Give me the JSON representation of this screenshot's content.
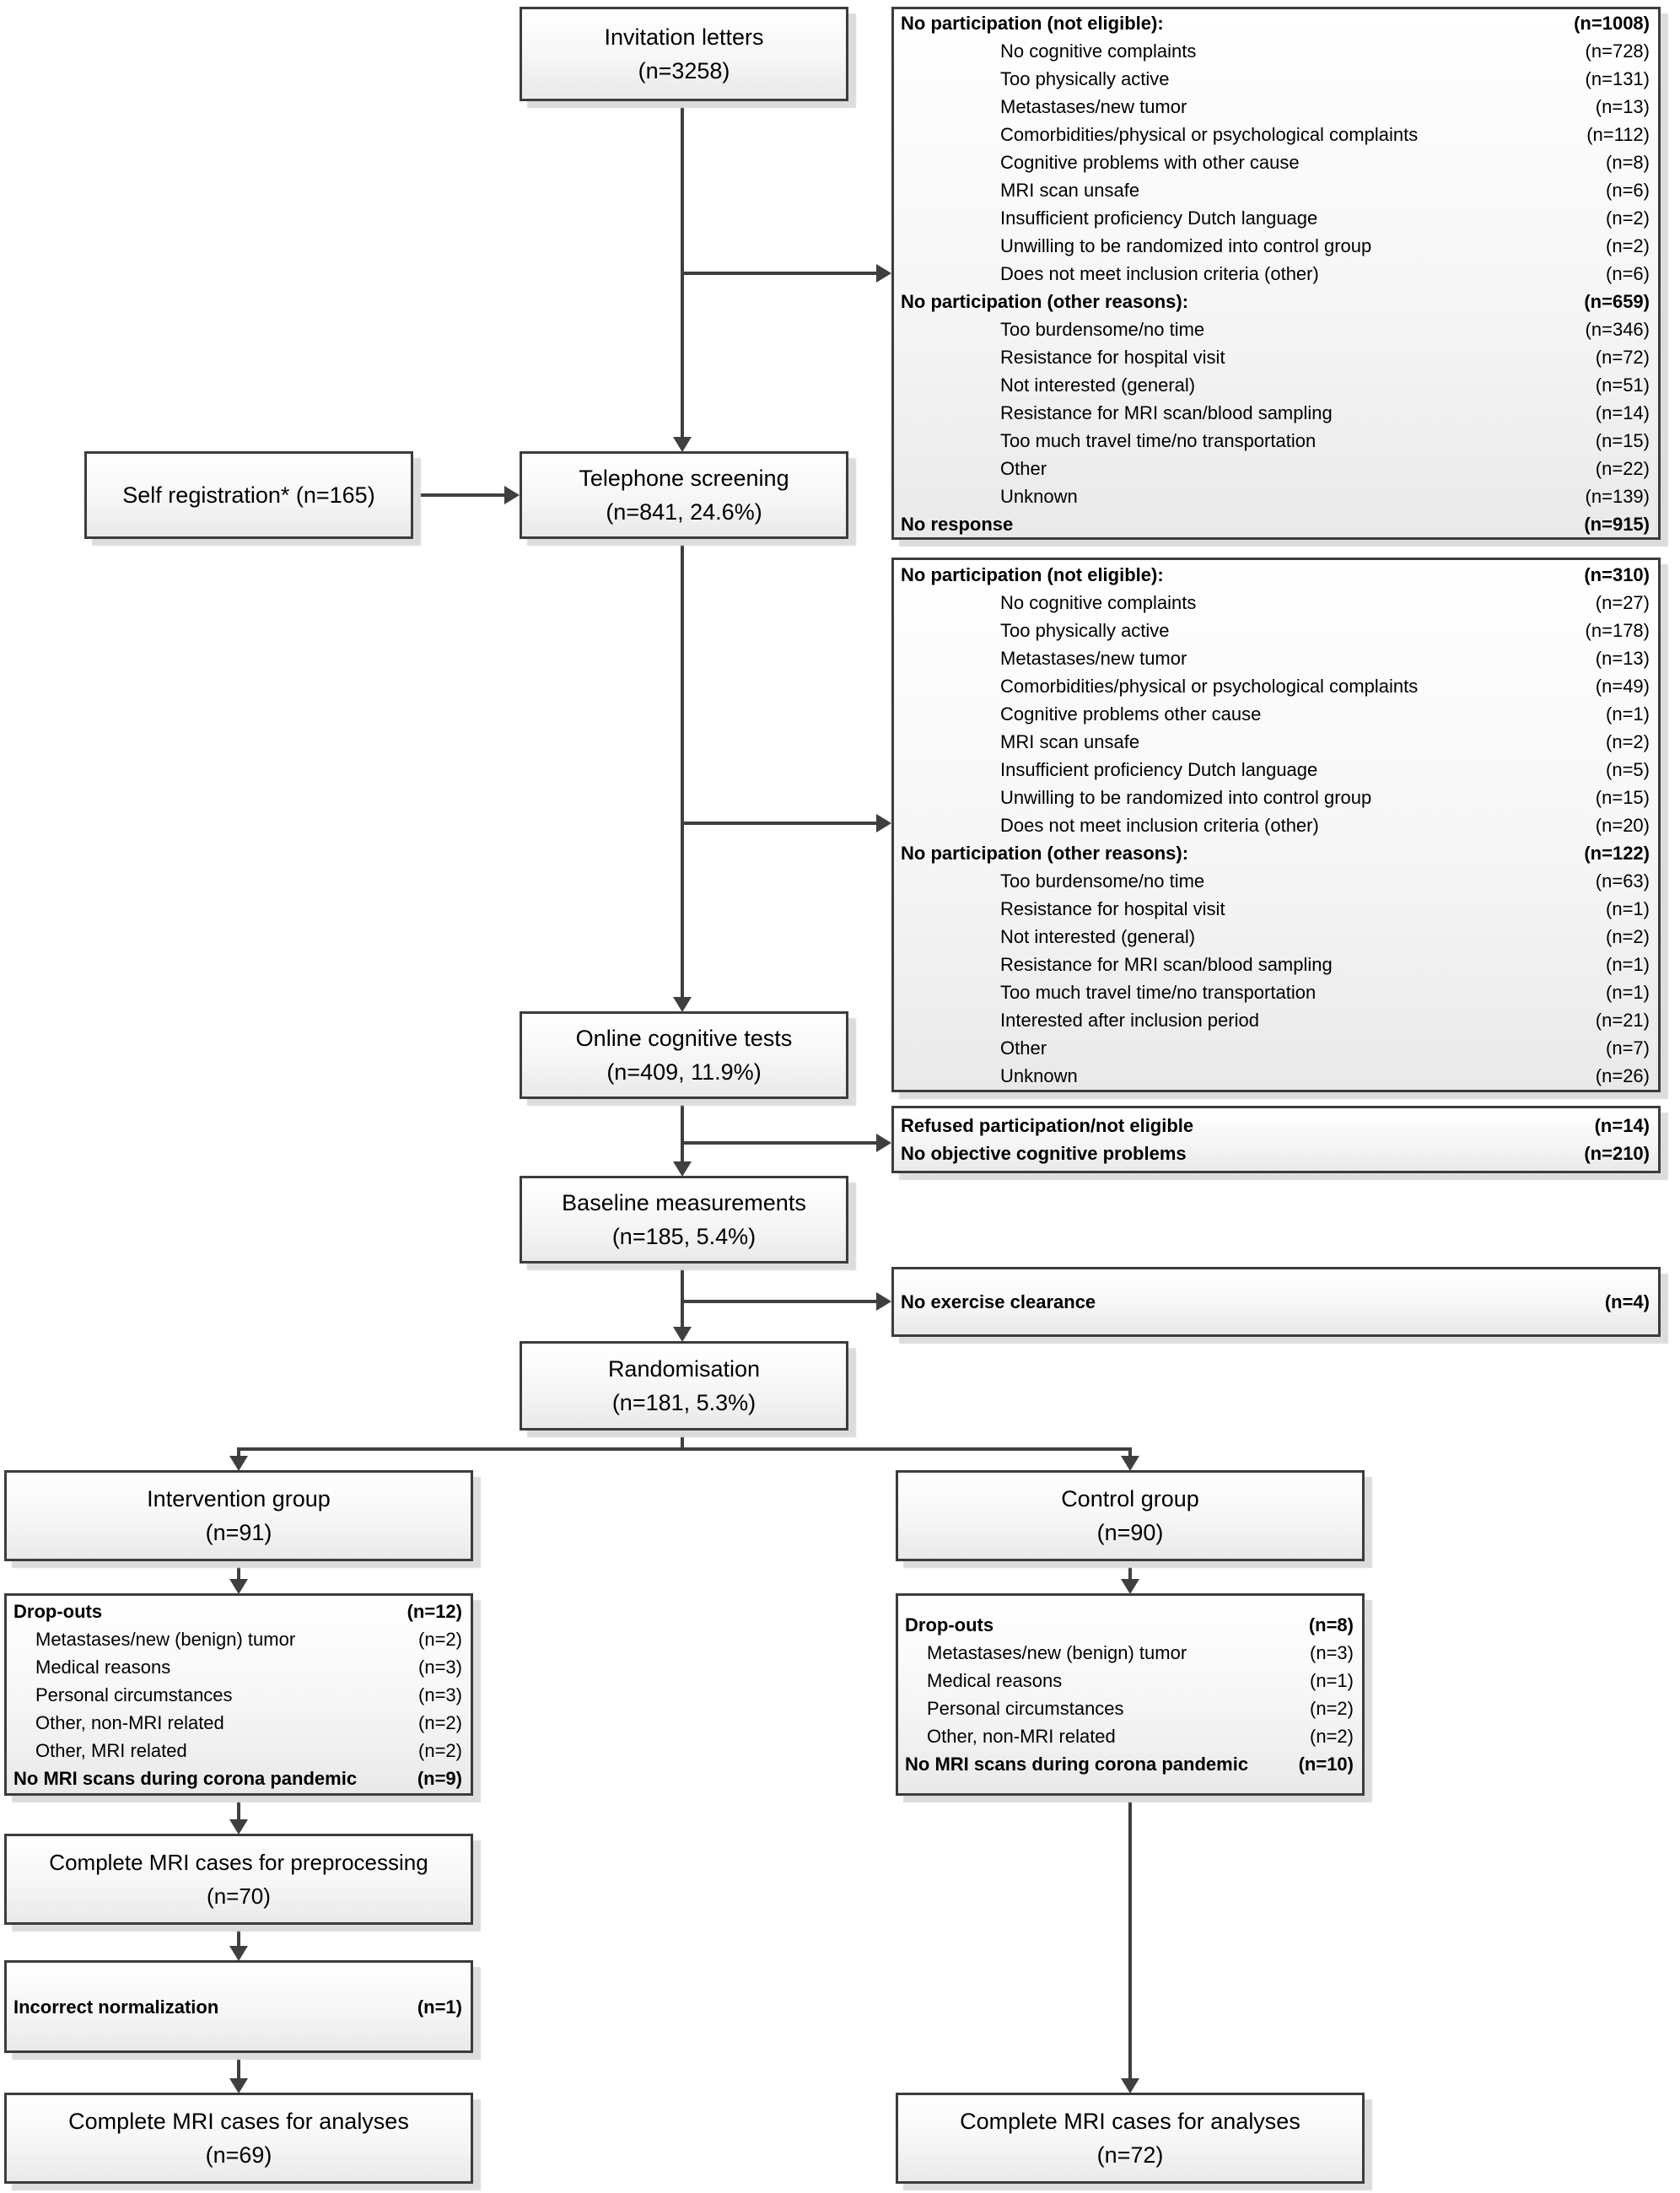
{
  "colors": {
    "line": "#3f3f3f",
    "box_border": "#3c3c3c",
    "box_fill_top": "#ffffff",
    "box_fill_bottom": "#e9e9e9"
  },
  "flow": {
    "invitation": {
      "title": "Invitation letters",
      "count": "(n=3258)"
    },
    "self_registration": {
      "title": "Self registration* (n=165)"
    },
    "telephone": {
      "title": "Telephone screening",
      "count": "(n=841, 24.6%)"
    },
    "online": {
      "title": "Online cognitive tests",
      "count": "(n=409, 11.9%)"
    },
    "baseline": {
      "title": "Baseline measurements",
      "count": "(n=185, 5.4%)"
    },
    "randomisation": {
      "title": "Randomisation",
      "count": "(n=181, 5.3%)"
    },
    "intervention": {
      "title": "Intervention group",
      "count": "(n=91)"
    },
    "control": {
      "title": "Control group",
      "count": "(n=90)"
    },
    "preprocessing": {
      "title": "Complete MRI cases for preprocessing",
      "count": "(n=70)"
    },
    "analyses_intervention": {
      "title": "Complete MRI cases for analyses",
      "count": "(n=69)"
    },
    "analyses_control": {
      "title": "Complete MRI cases for analyses",
      "count": "(n=72)"
    }
  },
  "exclusions_after_invitation": {
    "rows": [
      {
        "label": "No participation (not eligible):",
        "count": "(n=1008)",
        "bold": true,
        "indent": 0
      },
      {
        "label": "No cognitive complaints",
        "count": "(n=728)",
        "bold": false,
        "indent": 1
      },
      {
        "label": "Too physically active",
        "count": "(n=131)",
        "bold": false,
        "indent": 1
      },
      {
        "label": "Metastases/new tumor",
        "count": "(n=13)",
        "bold": false,
        "indent": 1
      },
      {
        "label": "Comorbidities/physical or psychological complaints",
        "count": "(n=112)",
        "bold": false,
        "indent": 1
      },
      {
        "label": "Cognitive problems with other cause",
        "count": "(n=8)",
        "bold": false,
        "indent": 1
      },
      {
        "label": "MRI scan unsafe",
        "count": "(n=6)",
        "bold": false,
        "indent": 1
      },
      {
        "label": "Insufficient proficiency Dutch language",
        "count": "(n=2)",
        "bold": false,
        "indent": 1
      },
      {
        "label": "Unwilling to be randomized into control group",
        "count": "(n=2)",
        "bold": false,
        "indent": 1
      },
      {
        "label": "Does not meet inclusion criteria (other)",
        "count": "(n=6)",
        "bold": false,
        "indent": 1
      },
      {
        "label": "No participation (other reasons):",
        "count": "(n=659)",
        "bold": true,
        "indent": 0
      },
      {
        "label": "Too burdensome/no time",
        "count": "(n=346)",
        "bold": false,
        "indent": 1
      },
      {
        "label": "Resistance for hospital visit",
        "count": "(n=72)",
        "bold": false,
        "indent": 1
      },
      {
        "label": "Not interested (general)",
        "count": "(n=51)",
        "bold": false,
        "indent": 1
      },
      {
        "label": "Resistance for MRI scan/blood sampling",
        "count": "(n=14)",
        "bold": false,
        "indent": 1
      },
      {
        "label": "Too much travel time/no transportation",
        "count": "(n=15)",
        "bold": false,
        "indent": 1
      },
      {
        "label": "Other",
        "count": "(n=22)",
        "bold": false,
        "indent": 1
      },
      {
        "label": "Unknown",
        "count": "(n=139)",
        "bold": false,
        "indent": 1
      },
      {
        "label": "No response",
        "count": "(n=915)",
        "bold": true,
        "indent": 0
      }
    ]
  },
  "exclusions_after_telephone": {
    "rows": [
      {
        "label": "No participation (not eligible):",
        "count": "(n=310)",
        "bold": true,
        "indent": 0
      },
      {
        "label": "No cognitive complaints",
        "count": "(n=27)",
        "bold": false,
        "indent": 1
      },
      {
        "label": "Too physically active",
        "count": "(n=178)",
        "bold": false,
        "indent": 1
      },
      {
        "label": "Metastases/new tumor",
        "count": "(n=13)",
        "bold": false,
        "indent": 1
      },
      {
        "label": "Comorbidities/physical or psychological complaints",
        "count": "(n=49)",
        "bold": false,
        "indent": 1
      },
      {
        "label": "Cognitive problems other cause",
        "count": "(n=1)",
        "bold": false,
        "indent": 1
      },
      {
        "label": "MRI scan unsafe",
        "count": "(n=2)",
        "bold": false,
        "indent": 1
      },
      {
        "label": "Insufficient proficiency Dutch language",
        "count": "(n=5)",
        "bold": false,
        "indent": 1
      },
      {
        "label": "Unwilling to be randomized into control group",
        "count": "(n=15)",
        "bold": false,
        "indent": 1
      },
      {
        "label": "Does not meet inclusion criteria (other)",
        "count": "(n=20)",
        "bold": false,
        "indent": 1
      },
      {
        "label": "No participation (other reasons):",
        "count": "(n=122)",
        "bold": true,
        "indent": 0
      },
      {
        "label": "Too burdensome/no time",
        "count": "(n=63)",
        "bold": false,
        "indent": 1
      },
      {
        "label": "Resistance for hospital visit",
        "count": "(n=1)",
        "bold": false,
        "indent": 1
      },
      {
        "label": "Not interested (general)",
        "count": "(n=2)",
        "bold": false,
        "indent": 1
      },
      {
        "label": "Resistance for MRI scan/blood sampling",
        "count": "(n=1)",
        "bold": false,
        "indent": 1
      },
      {
        "label": "Too much travel time/no transportation",
        "count": "(n=1)",
        "bold": false,
        "indent": 1
      },
      {
        "label": "Interested after inclusion period",
        "count": "(n=21)",
        "bold": false,
        "indent": 1
      },
      {
        "label": "Other",
        "count": "(n=7)",
        "bold": false,
        "indent": 1
      },
      {
        "label": "Unknown",
        "count": "(n=26)",
        "bold": false,
        "indent": 1
      }
    ]
  },
  "exclusions_after_online": {
    "rows": [
      {
        "label": "Refused participation/not eligible",
        "count": "(n=14)",
        "bold": true,
        "indent": 0
      },
      {
        "label": "No objective cognitive problems",
        "count": "(n=210)",
        "bold": true,
        "indent": 0
      }
    ]
  },
  "exclusions_after_baseline": {
    "rows": [
      {
        "label": "No exercise clearance",
        "count": "(n=4)",
        "bold": true,
        "indent": 0
      }
    ]
  },
  "dropouts_intervention": {
    "rows": [
      {
        "label": "Drop-outs",
        "count": "(n=12)",
        "bold": true,
        "indent": 0
      },
      {
        "label": "Metastases/new (benign) tumor",
        "count": "(n=2)",
        "bold": false,
        "indent": 1
      },
      {
        "label": "Medical reasons",
        "count": "(n=3)",
        "bold": false,
        "indent": 1
      },
      {
        "label": "Personal circumstances",
        "count": "(n=3)",
        "bold": false,
        "indent": 1
      },
      {
        "label": "Other, non-MRI related",
        "count": "(n=2)",
        "bold": false,
        "indent": 1
      },
      {
        "label": "Other, MRI related",
        "count": "(n=2)",
        "bold": false,
        "indent": 1
      },
      {
        "label": "No MRI scans during corona pandemic",
        "count": "(n=9)",
        "bold": true,
        "indent": 0
      }
    ]
  },
  "dropouts_control": {
    "rows": [
      {
        "label": "Drop-outs",
        "count": "(n=8)",
        "bold": true,
        "indent": 0
      },
      {
        "label": "Metastases/new (benign) tumor",
        "count": "(n=3)",
        "bold": false,
        "indent": 1
      },
      {
        "label": "Medical reasons",
        "count": "(n=1)",
        "bold": false,
        "indent": 1
      },
      {
        "label": "Personal circumstances",
        "count": "(n=2)",
        "bold": false,
        "indent": 1
      },
      {
        "label": "Other, non-MRI related",
        "count": "(n=2)",
        "bold": false,
        "indent": 1
      },
      {
        "label": "",
        "count": "",
        "bold": false,
        "indent": 0
      },
      {
        "label": "No MRI scans during corona pandemic",
        "count": "(n=10)",
        "bold": true,
        "indent": 0
      }
    ]
  },
  "incorrect_normalization": {
    "rows": [
      {
        "label": "Incorrect normalization",
        "count": "(n=1)",
        "bold": true,
        "indent": 0
      }
    ]
  }
}
